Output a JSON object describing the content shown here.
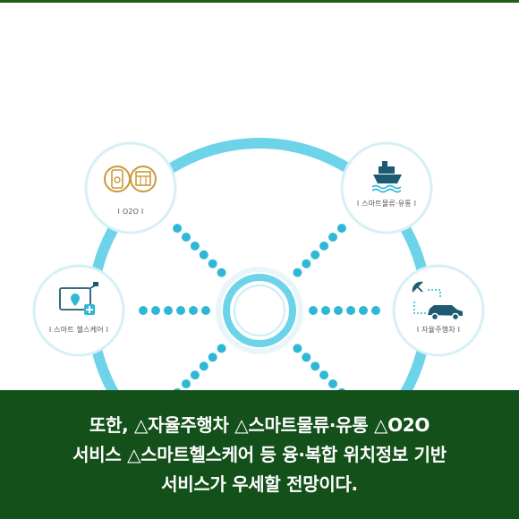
{
  "nodes": {
    "o2o": {
      "label": "I O2O I",
      "icon": "smartphone-store-icon"
    },
    "smart_logistics": {
      "label": "I 스마트물류·유통 I",
      "icon": "cargo-ship-icon"
    },
    "smart_healthcare": {
      "label": "I 스마트 헬스케어 I",
      "icon": "monitor-location-medical-icon"
    },
    "autonomous_driving": {
      "label": "I 자율주행차 I",
      "icon": "satellite-car-icon"
    },
    "center": {
      "icon": "center-ring-icon"
    }
  },
  "caption": {
    "lines": [
      "또한, △자율주행차 △스마트물류·유통 △O2O",
      "서비스 △스마트헬스케어 등 융·복합 위치정보 기반",
      "서비스가 우세할 전망이다."
    ]
  },
  "colors": {
    "ring": "#6dd3e8",
    "dot": "#2fb8d6",
    "node_border": "#cfeef6",
    "o2o_icon": "#c99a3a",
    "icon_dark": "#1f5a73",
    "caption_bg": "#13501a",
    "caption_text": "#ffffff"
  }
}
